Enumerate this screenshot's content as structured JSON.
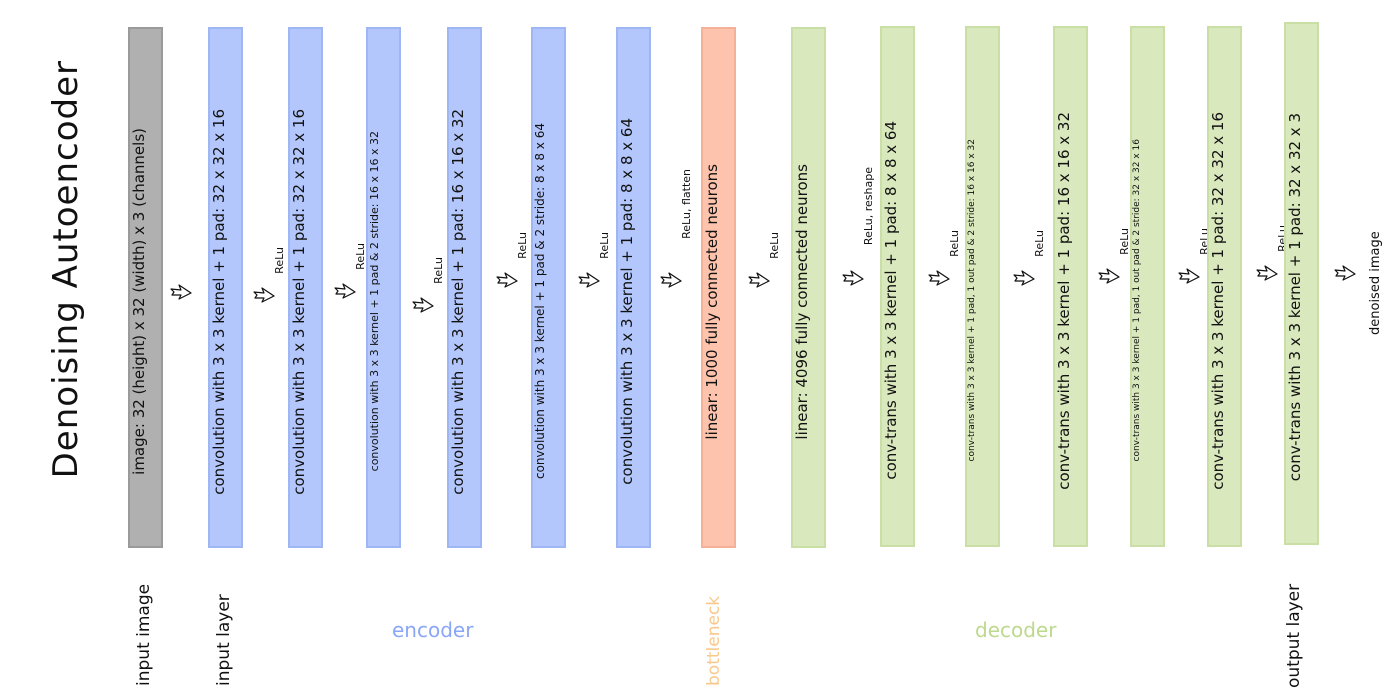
{
  "title": "Denoising Autoencoder",
  "colors": {
    "input": "#b0b0b0",
    "encoder": "#b4c7fc",
    "bottleneck": "#fdc3ac",
    "decoder": "#d9e8bd",
    "encoder_label": "#8aa6f7",
    "bottleneck_label": "#f9c88a",
    "decoder_label": "#bcd98c"
  },
  "blocks": [
    {
      "text": "image: 32 (height) x 32 (width) x 3 (channels)",
      "kind": "gray"
    },
    {
      "text": "convolution with 3 x 3 kernel + 1 pad: 32 x 32 x 16",
      "kind": "blue"
    },
    {
      "text": "convolution with 3 x 3 kernel + 1 pad: 32 x 32 x 16",
      "kind": "blue"
    },
    {
      "text": "convolution with 3 x 3 kernel + 1 pad & 2 stride: 16 x 16 x 32",
      "kind": "blue"
    },
    {
      "text": "convolution with 3 x 3 kernel + 1 pad: 16 x 16 x 32",
      "kind": "blue"
    },
    {
      "text": "convolution with 3 x 3 kernel + 1 pad & 2 stride: 8 x 8 x 64",
      "kind": "blue"
    },
    {
      "text": "convolution with 3 x 3 kernel + 1 pad: 8 x 8 x 64",
      "kind": "blue"
    },
    {
      "text": "linear: 1000 fully connected neurons",
      "kind": "orange"
    },
    {
      "text": "linear: 4096 fully connected neurons",
      "kind": "green"
    },
    {
      "text": "conv-trans with 3 x 3 kernel + 1 pad: 8 x 8 x 64",
      "kind": "green"
    },
    {
      "text": "conv-trans with 3 x 3 kernel + 1 pad, 1 out pad & 2 stride: 16 x 16 x 32",
      "kind": "green"
    },
    {
      "text": "conv-trans with 3 x 3 kernel + 1 pad: 16 x 16 x 32",
      "kind": "green"
    },
    {
      "text": "conv-trans with 3 x 3 kernel + 1 pad, 1 out pad & 2 stride: 32 x 32 x 16",
      "kind": "green"
    },
    {
      "text": "conv-trans with 3 x 3 kernel + 1 pad: 32 x 32 x 16",
      "kind": "green"
    },
    {
      "text": "conv-trans with 3 x 3 kernel + 1 pad: 32 x 32 x 3",
      "kind": "green"
    }
  ],
  "activations": [
    "",
    "ReLu",
    "ReLu",
    "ReLu",
    "ReLu",
    "ReLu",
    "ReLu, flatten",
    "ReLu",
    "ReLu, reshape",
    "ReLu",
    "ReLu",
    "ReLu",
    "ReLu",
    "ReLu",
    ""
  ],
  "output_label": "denoised image",
  "labels": {
    "input_image": "input image",
    "input_layer": "input layer",
    "encoder": "encoder",
    "bottleneck": "bottleneck",
    "decoder": "decoder",
    "output_layer": "output layer"
  }
}
